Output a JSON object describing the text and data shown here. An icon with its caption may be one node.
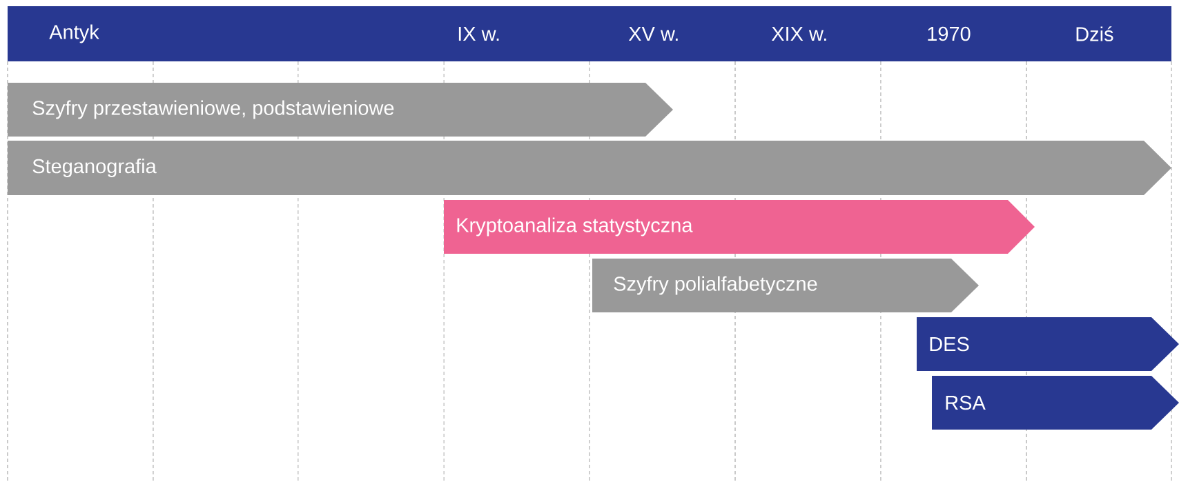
{
  "diagram": {
    "nodes": [
      {
        "text": [
          "Antyk",
          "IX w.",
          "XV w.",
          "XIX w.",
          "1970",
          "Dziś"
        ]
      },
      {
        "text": [
          "Szyfry przestawieniowe, podstawieniowe"
        ]
      },
      {
        "text": [
          "Steganografia"
        ]
      },
      {
        "text": [
          "Kryptoanaliza statystyczna"
        ]
      },
      {
        "text": [
          "Szyfry polialfabetyczne"
        ]
      },
      {
        "text": [
          "DES"
        ]
      },
      {
        "text": [
          "RSA"
        ]
      }
    ],
    "edges": []
  }
}
